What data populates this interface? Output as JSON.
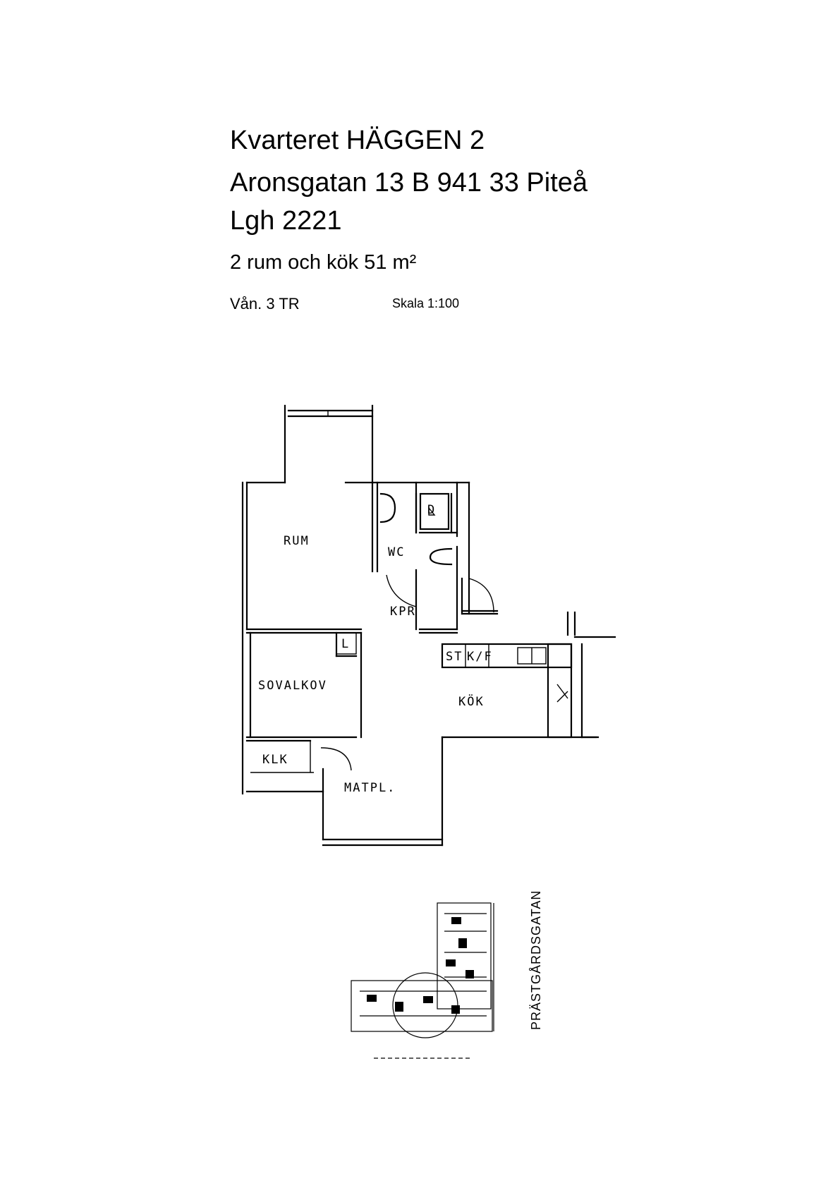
{
  "header": {
    "block": "Kvarteret HÄGGEN 2",
    "address": "Aronsgatan 13 B  941 33 Piteå",
    "apartment": "Lgh 2221",
    "rooms_area": "2 rum och kök 51 m²",
    "floor": "Vån. 3 TR",
    "scale": "Skala 1:100"
  },
  "plan": {
    "rooms": {
      "rum": "RUM",
      "wc": "WC",
      "kpr": "KPR",
      "sovalkov": "SOVALKOV",
      "kok": "KÖK",
      "klk": "KLK",
      "matpl": "MATPL.",
      "st": "ST",
      "kf": "K/F",
      "l": "L",
      "d": "D"
    }
  },
  "site_plan": {
    "street_east": "PRÄSTGÅRDSGATAN"
  }
}
